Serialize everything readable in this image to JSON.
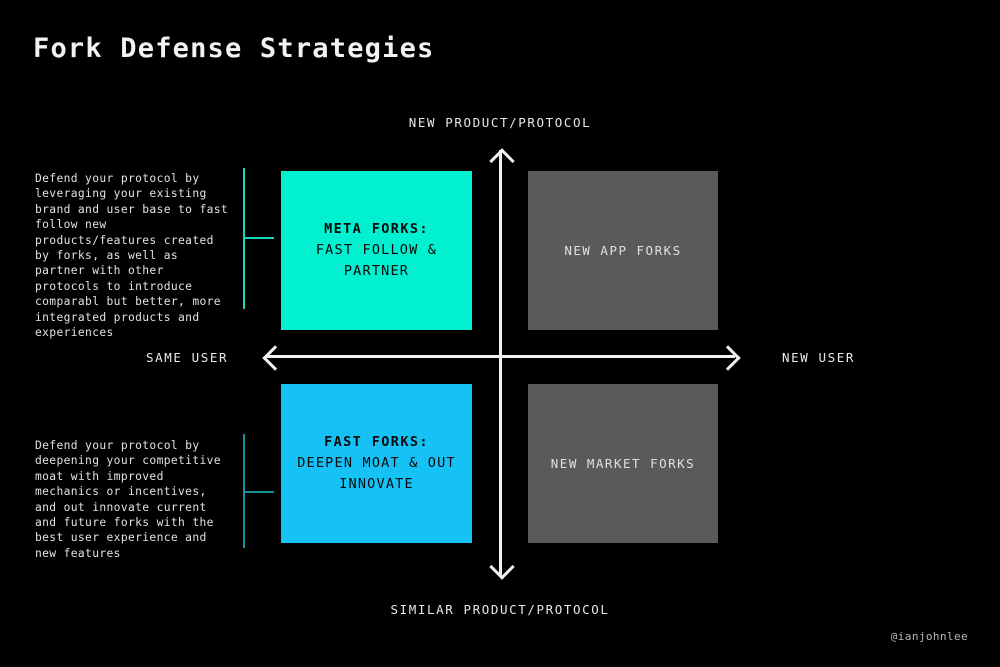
{
  "slide": {
    "title": "Fork Defense Strategies",
    "background_color": "#000000",
    "watermark": "@ianjohnlee"
  },
  "axes": {
    "top_label": "NEW PRODUCT/PROTOCOL",
    "bottom_label": "SIMILAR PRODUCT/PROTOCOL",
    "left_label": "SAME USER",
    "right_label": "NEW USER",
    "axis_color": "#f2f2f2"
  },
  "quadrants": [
    {
      "position": "top-left",
      "heading": "META FORKS:",
      "subtitle": "FAST FOLLOW &\nPARTNER",
      "fill_color": "#00f0d0",
      "text_color": "#0a0a0a"
    },
    {
      "position": "top-right",
      "label": "NEW APP FORKS",
      "fill_color": "#5a5a5a",
      "text_color": "#e0e0e0"
    },
    {
      "position": "bottom-left",
      "heading": "FAST FORKS:",
      "subtitle": "DEEPEN MOAT &\nOUT INNOVATE",
      "fill_color": "#16c2f5",
      "text_color": "#0a0a0a"
    },
    {
      "position": "bottom-right",
      "label": "NEW MARKET FORKS",
      "fill_color": "#5a5a5a",
      "text_color": "#e0e0e0"
    }
  ],
  "annotations": [
    {
      "target": "top-left",
      "text": "Defend your protocol by leveraging your existing brand and user base to fast follow new products/features created by forks, as well as partner with other protocols to introduce comparabl but better, more integrated products and experiences",
      "connector_color": "#16d9b9"
    },
    {
      "target": "bottom-left",
      "text": "Defend your protocol by deepening your competitive moat with improved mechanics or incentives, and out innovate current and future forks with the best user experience and new features",
      "connector_color": "#158f9a"
    }
  ]
}
